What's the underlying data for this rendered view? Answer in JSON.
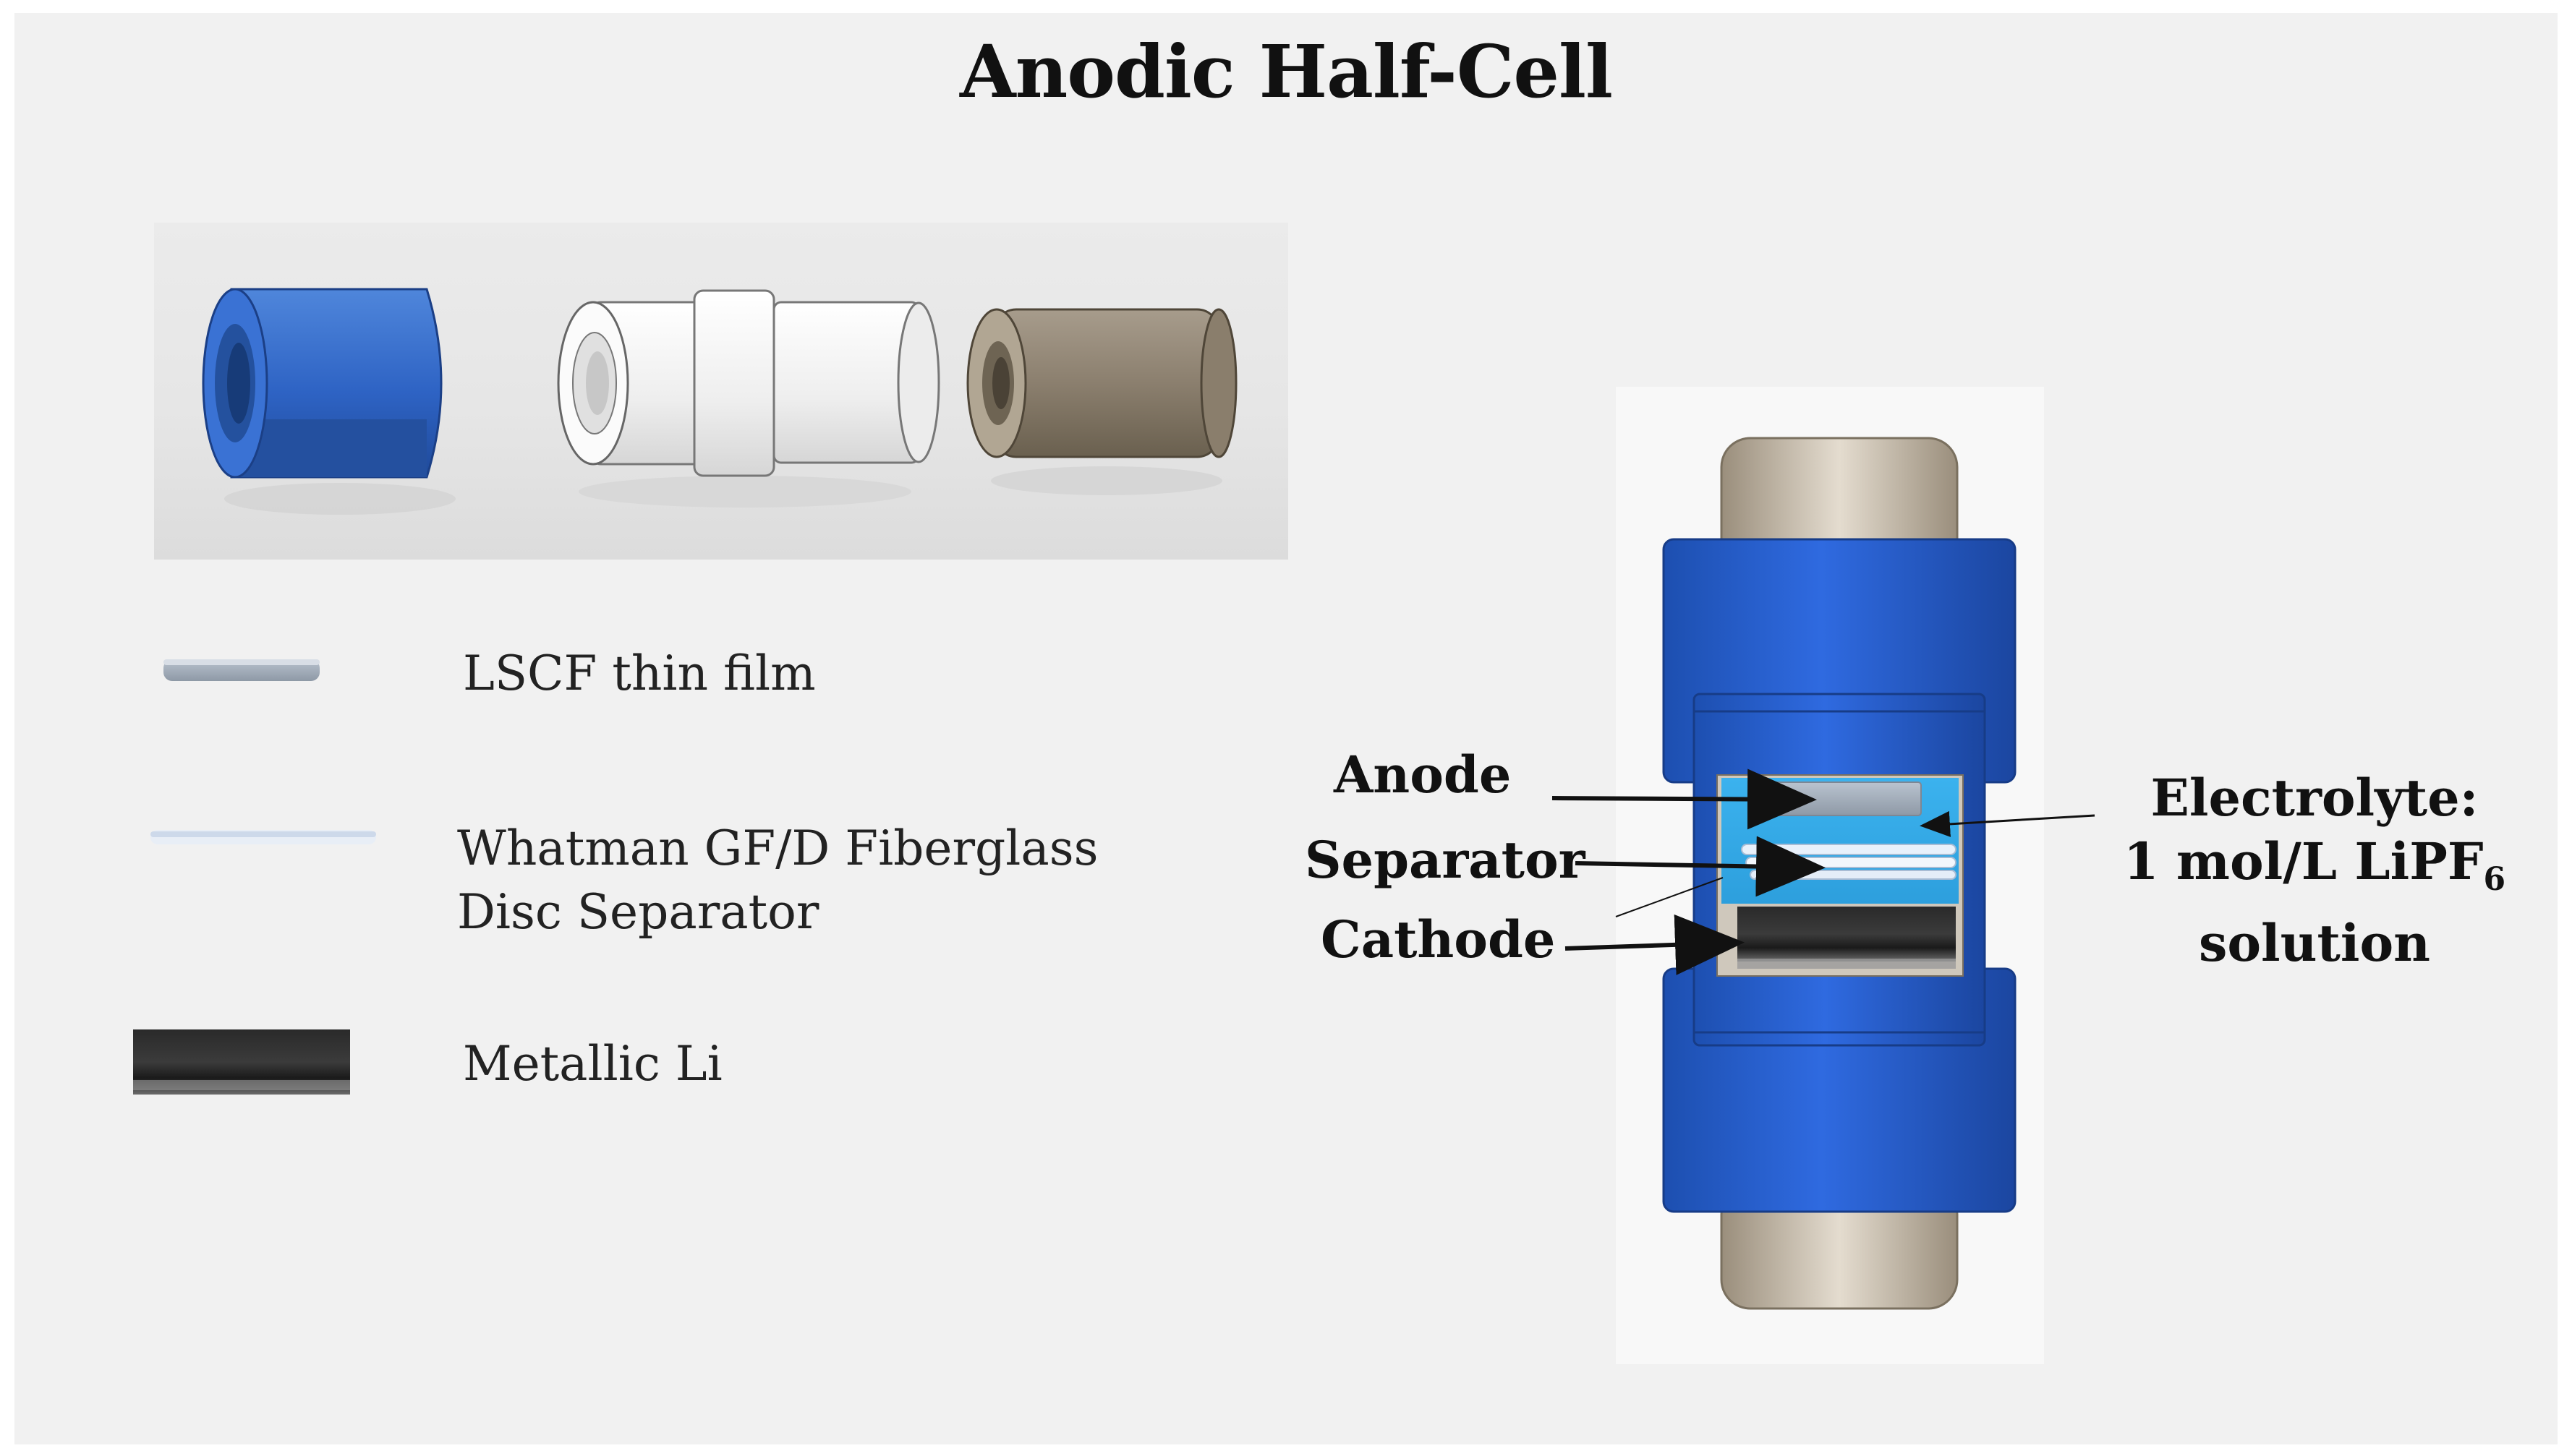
{
  "title": "Anodic Half-Cell",
  "legend": {
    "lscf": "LSCF thin film",
    "separator_line1": "Whatman GF/D Fiberglass",
    "separator_line2": "Disc Separator",
    "metallic_li": "Metallic Li"
  },
  "assembly_labels": {
    "anode": "Anode",
    "separator": "Separator",
    "cathode": "Cathode",
    "electrolyte_line1": "Electrolyte:",
    "electrolyte_line2_main": "1 mol/L LiPF",
    "electrolyte_line2_sub": "6",
    "electrolyte_line3": "solution"
  },
  "colors": {
    "blue_fitting": "#2f62c8",
    "white_fitting": "#f2f2f2",
    "steel_rod": "#8d8272",
    "electrolyte": "#35a9e6",
    "lithium": "#1f1f1f"
  }
}
